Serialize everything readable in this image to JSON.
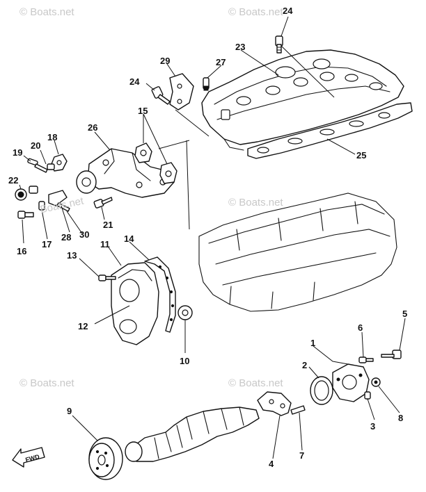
{
  "watermark": "© Boats.net",
  "watermark_inline": "Boats.net",
  "fwd_label": "FWD",
  "callouts": {
    "c1": "1",
    "c2": "2",
    "c3": "3",
    "c4": "4",
    "c5": "5",
    "c6": "6",
    "c7": "7",
    "c8": "8",
    "c9": "9",
    "c10": "10",
    "c11": "11",
    "c12": "12",
    "c13": "13",
    "c14": "14",
    "c15": "15",
    "c16": "16",
    "c17": "17",
    "c18": "18",
    "c19": "19",
    "c20": "20",
    "c21": "21",
    "c22": "22",
    "c23": "23",
    "c24a": "24",
    "c24b": "24",
    "c25": "25",
    "c26": "26",
    "c27": "27",
    "c28": "28",
    "c29": "29",
    "c30": "30"
  }
}
